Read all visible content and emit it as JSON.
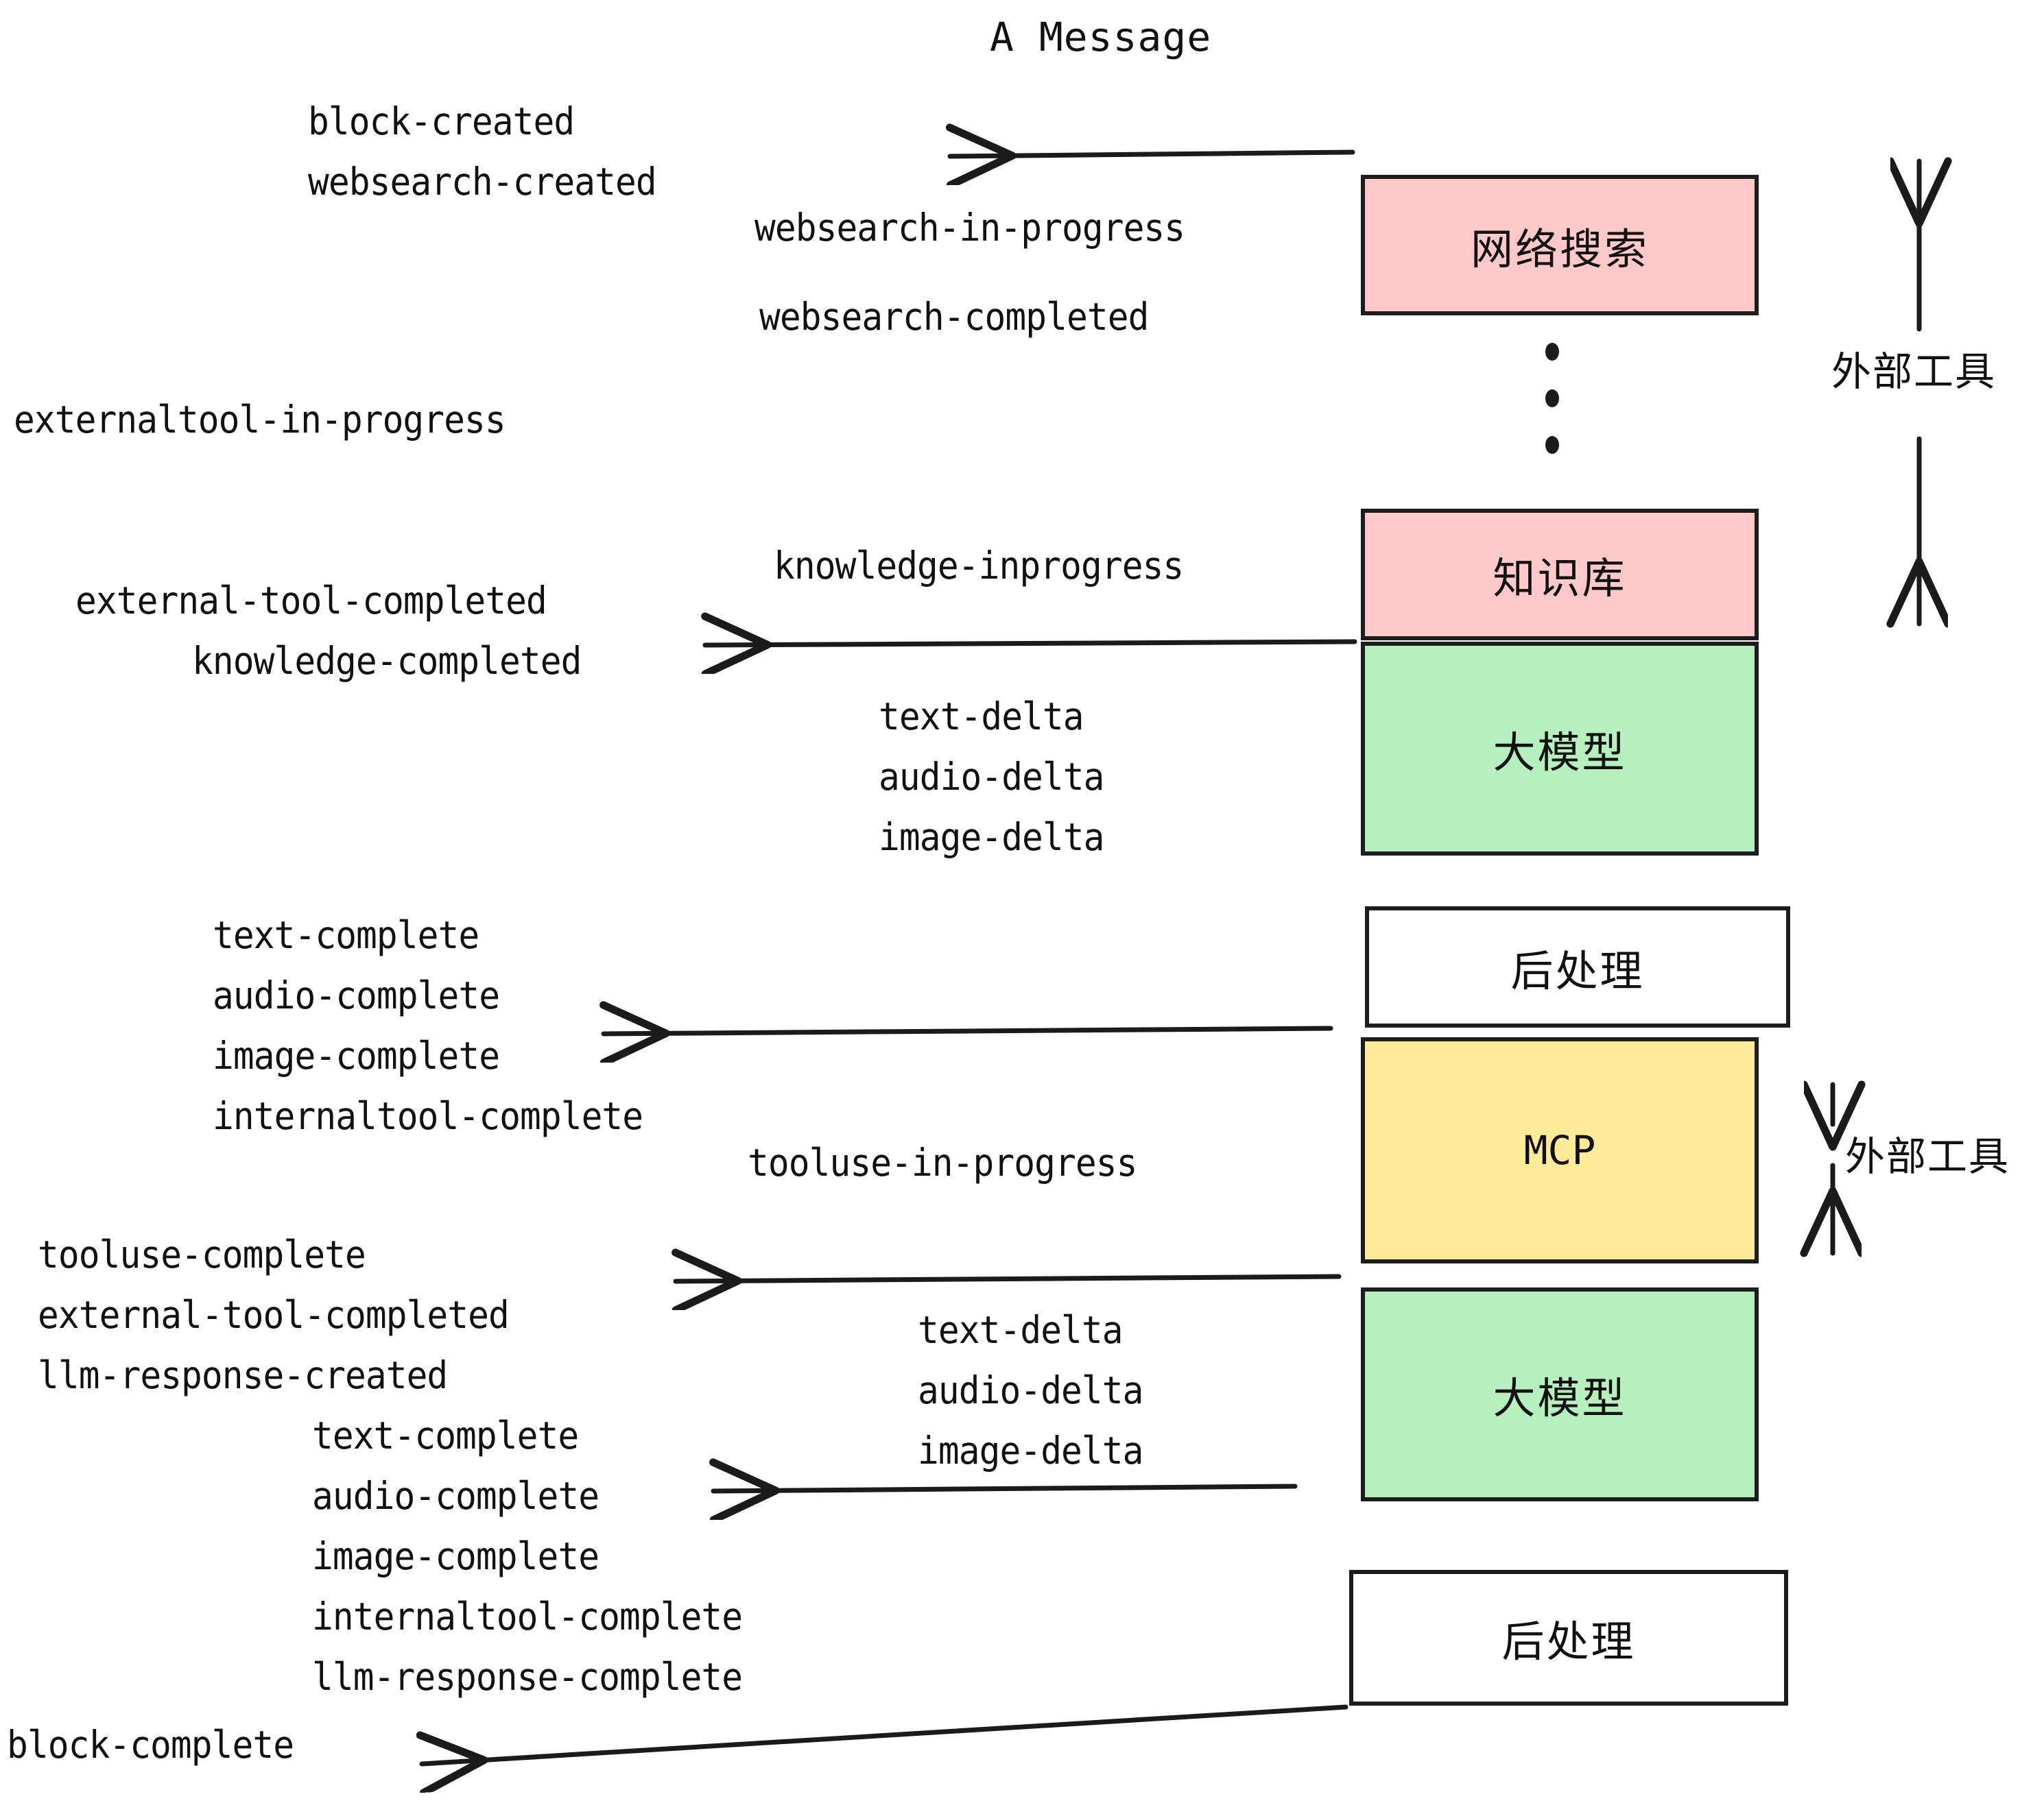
{
  "title": "A Message",
  "colors": {
    "pink": "#FFC9C9",
    "green": "#B6F0BE",
    "yellow": "#FDEB9A",
    "white": "#FFFFFF",
    "stroke": "#1D1D1D",
    "text": "#111111"
  },
  "boxes": {
    "websearch": "网络搜索",
    "knowledge": "知识库",
    "llm_top": "大模型",
    "postprocess_top": "后处理",
    "mcp": "MCP",
    "llm_bottom": "大模型",
    "postprocess_bottom": "后处理"
  },
  "side_labels": {
    "external_tool_top": "外部工具",
    "external_tool_bottom": "外部工具"
  },
  "events": {
    "block_created": "block-created",
    "websearch_created": "websearch-created",
    "websearch_in_progress": "websearch-in-progress",
    "websearch_completed": "websearch-completed",
    "externaltool_in_progress": "externaltool-in-progress",
    "knowledge_inprogress": "knowledge-inprogress",
    "external_tool_completed_1": "external-tool-completed",
    "knowledge_completed": "knowledge-completed",
    "text_delta_1": "text-delta",
    "audio_delta_1": "audio-delta",
    "image_delta_1": "image-delta",
    "text_complete_1": "text-complete",
    "audio_complete_1": "audio-complete",
    "image_complete_1": "image-complete",
    "internaltool_complete_1": "internaltool-complete",
    "tooluse_in_progress": "tooluse-in-progress",
    "tooluse_complete": "tooluse-complete",
    "external_tool_completed_2": "external-tool-completed",
    "llm_response_created": "llm-response-created",
    "text_delta_2": "text-delta",
    "audio_delta_2": "audio-delta",
    "image_delta_2": "image-delta",
    "text_complete_2": "text-complete",
    "audio_complete_2": "audio-complete",
    "image_complete_2": "image-complete",
    "internaltool_complete_2": "internaltool-complete",
    "llm_response_complete": "llm-response-complete",
    "block_complete": "block-complete"
  }
}
